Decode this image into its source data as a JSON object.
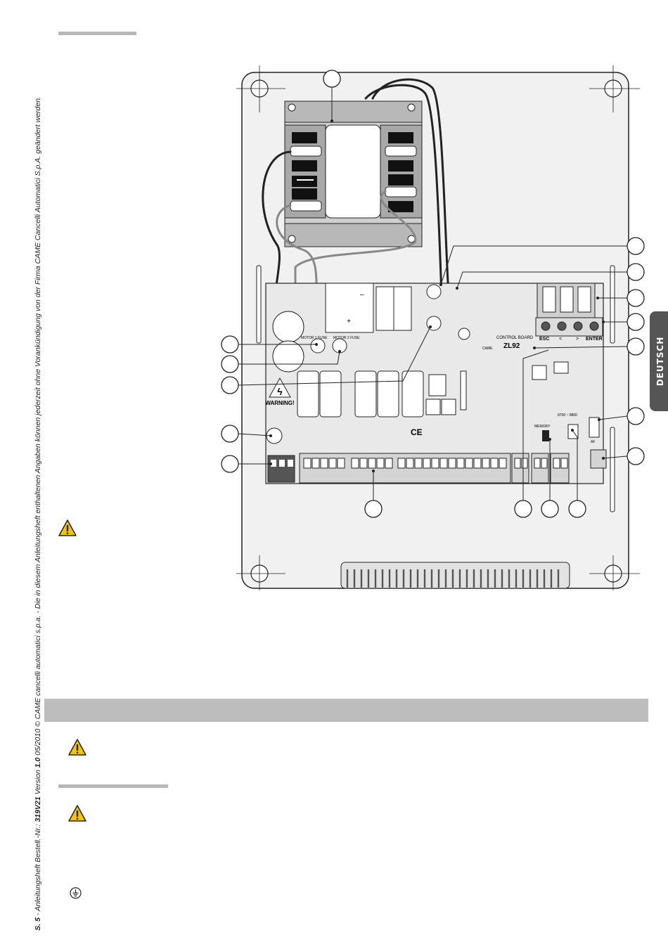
{
  "side_text": {
    "page": "S. 5",
    "part1": " - Anleitungsheft Bestell.-Nr.: ",
    "order_no": "319V21",
    "part2": " Version ",
    "version": "1.0",
    "part3": " 05/2010  © CAME cancelli automatici s.p.a. - Die in diesem Anleitungsheft enthaltenen Angaben können jederzeit ohne Vorankündigung von der Firma CAME Cancelli Automatici S.p.A. geändert werden."
  },
  "language_tab": "DEUTSCH",
  "board": {
    "control_board": "CONTROL BOARD",
    "brand": "CAME",
    "model": "ZL92",
    "warning": "WARNING!",
    "motor1_fuse": "MOTOR 1 FUSE",
    "motor2_fuse": "MOTOR 2 FUSE",
    "memory": "MEMORY",
    "speed": "8700 ~ 8800",
    "esc": "ESC",
    "left": "<",
    "right": ">",
    "enter": "ENTER",
    "af": "AF",
    "ce": "CE"
  },
  "icons": [
    "warning-triangle-icon",
    "ground-icon"
  ]
}
